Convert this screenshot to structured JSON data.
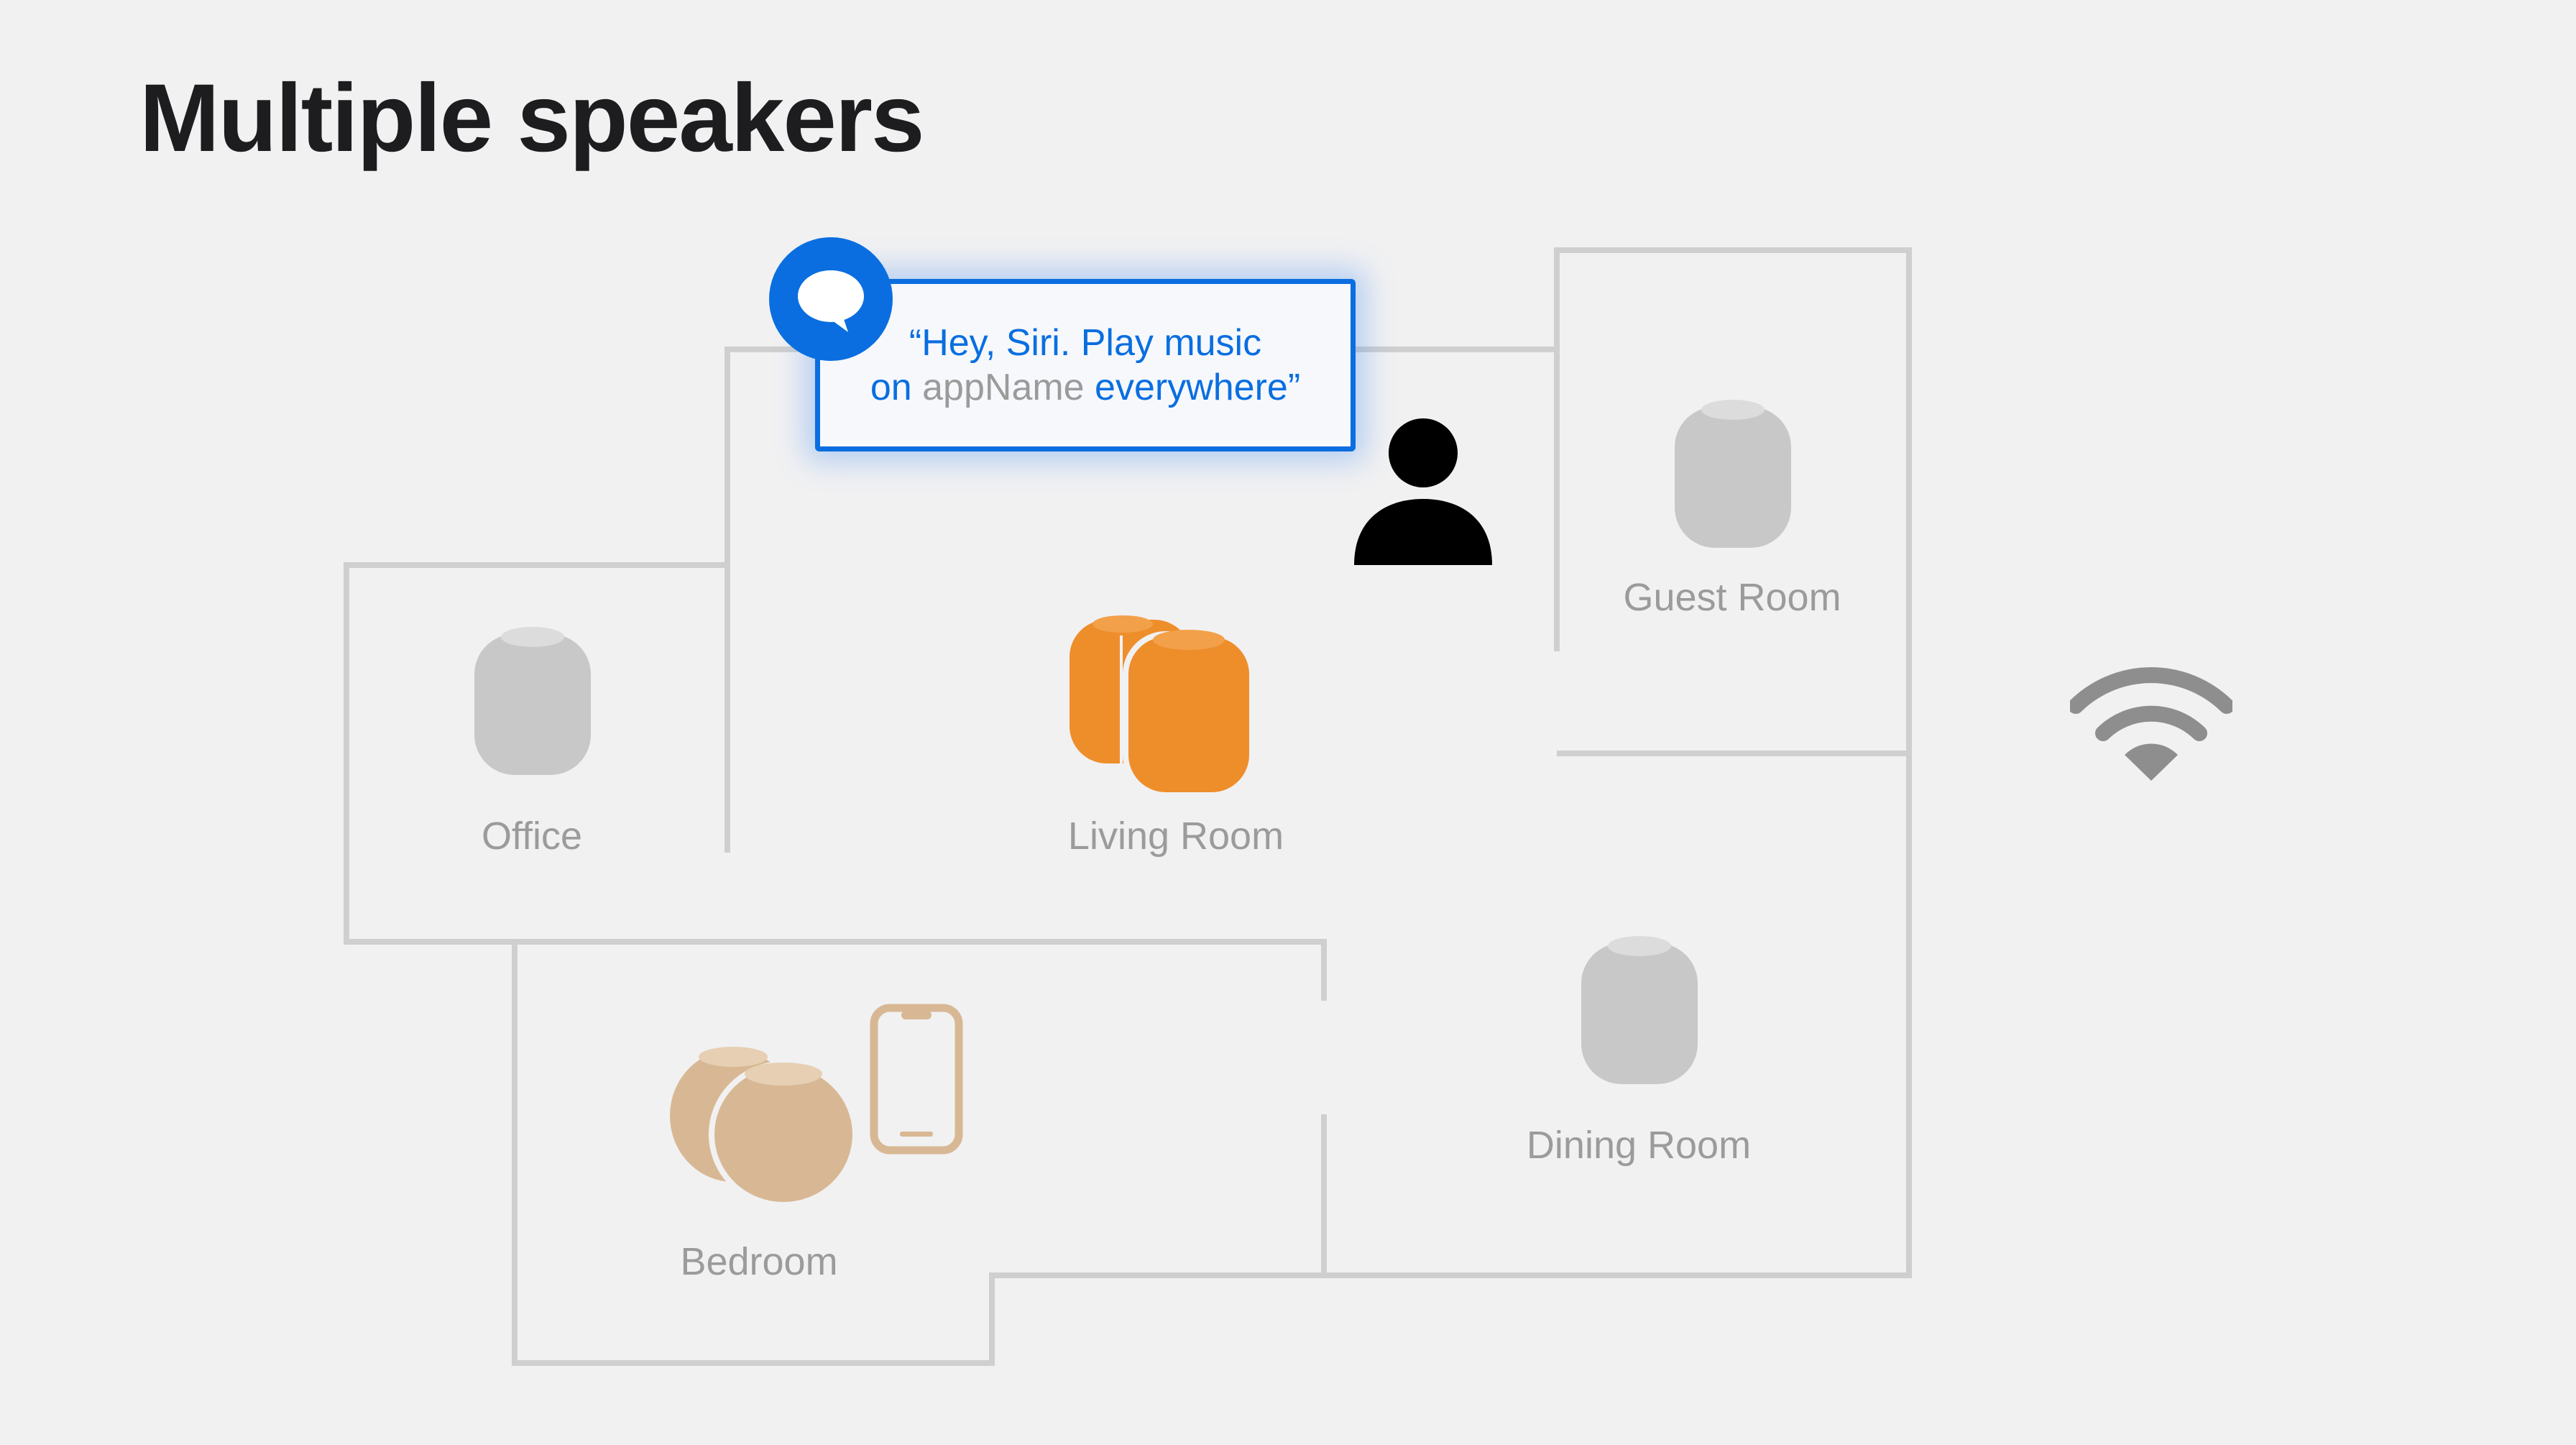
{
  "slide": {
    "title": "Multiple speakers"
  },
  "siri_request": {
    "line1": "“Hey, Siri. Play music",
    "line2_prefix": "on",
    "app_name": "appName",
    "line2_suffix": "everywhere”"
  },
  "rooms": {
    "office": "Office",
    "living_room": "Living Room",
    "guest_room": "Guest Room",
    "bedroom": "Bedroom",
    "dining_room": "Dining Room"
  },
  "colors": {
    "background": "#f1f1f2",
    "wall": "#cfcfcf",
    "inactive_speaker": "#c8c8c8",
    "active_speaker": "#ee8e2b",
    "bedroom_speaker": "#d8b894",
    "bedroom_phone": "#d8b894",
    "siri_blue": "#0a6ee0",
    "person": "#000000",
    "wifi": "#8e8e8e"
  },
  "icons": {
    "speech_bubble": "speech-bubble-icon",
    "person": "person-icon",
    "wifi": "wifi-icon",
    "speaker": "homepod-icon",
    "phone": "iphone-icon"
  }
}
